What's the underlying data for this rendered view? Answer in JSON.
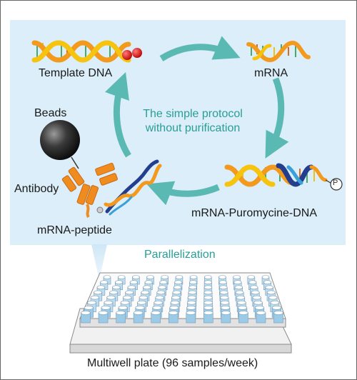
{
  "labels": {
    "template_dna": "Template DNA",
    "mrna": "mRNA",
    "beads": "Beads",
    "center_line1": "The simple protocol",
    "center_line2": "without purification",
    "antibody": "Antibody",
    "mrna_puromycine_dna": "mRNA-Puromycine-DNA",
    "mrna_peptide": "mRNA-peptide",
    "parallelization": "Parallelization",
    "multiwell": "Multiwell plate (96 samples/week)",
    "phosphate": "P"
  },
  "colors": {
    "panel": "#dbeef9",
    "arrow": "#5bb9b3",
    "teal_text": "#2a9d95",
    "helix_orange": "#f39a1e",
    "helix_yellow": "#f6c40f",
    "helix_green": "#4aa86b",
    "red_bead": "#d81e1e",
    "navy": "#233d8f",
    "antibody": "#f08b1f"
  }
}
